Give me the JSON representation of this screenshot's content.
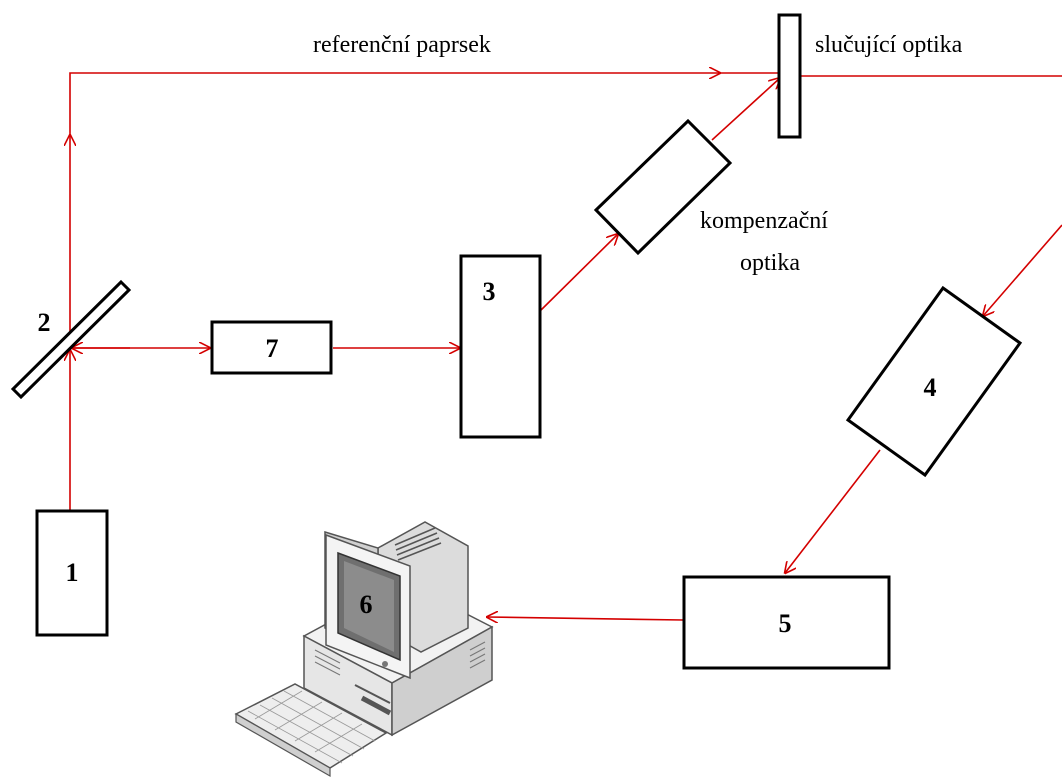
{
  "labels": {
    "reference_beam": "referenční paprsek",
    "combining_optics": "slučující optika",
    "compensation_optics_line1": "kompenzační",
    "compensation_optics_line2": "optika"
  },
  "components": {
    "c1": "1",
    "c2": "2",
    "c3": "3",
    "c4": "4",
    "c5": "5",
    "c6": "6",
    "c7": "7"
  },
  "colors": {
    "beam": "#d40000",
    "outline": "#000000",
    "background": "#ffffff"
  },
  "icons": {
    "computer": "desktop-computer-icon"
  }
}
